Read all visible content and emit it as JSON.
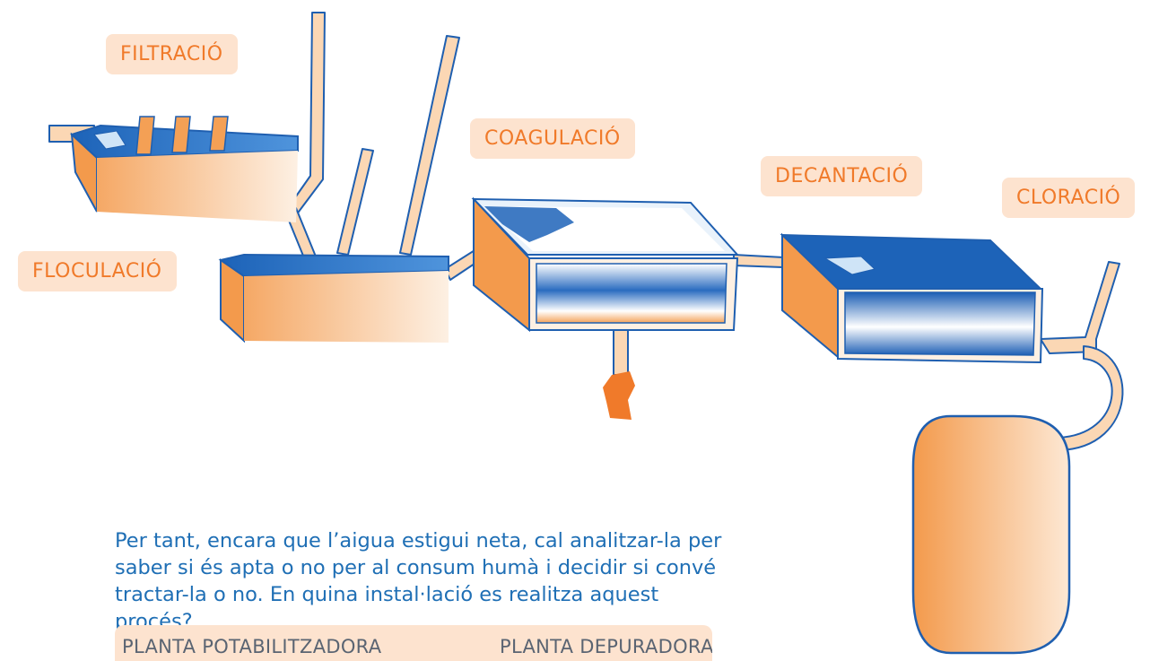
{
  "labels": {
    "filtracio": "FILTRACIÓ",
    "coagulacio": "COAGULACIÓ",
    "decantacio": "DECANTACIÓ",
    "cloracio": "CLORACIÓ",
    "floculacio": "FLOCULACIÓ"
  },
  "question": {
    "text": "Per tant, encara que l’aigua estigui neta, cal analitzar-la per saber si és apta o no per al consum humà i decidir si convé tractar-la o no. En quina instal·lació es realitza aquest procés?"
  },
  "answers": {
    "option_1": "PLANTA POTABILITZADORA",
    "option_2": "PLANTA DEPURADORA"
  },
  "colors": {
    "label_bg": "#fde3cf",
    "label_text": "#f07a2a",
    "question_text": "#1f6fb5",
    "water_blue": "#1d63b8",
    "tank_orange": "#f4a055",
    "outline_blue": "#1f5fb0"
  }
}
